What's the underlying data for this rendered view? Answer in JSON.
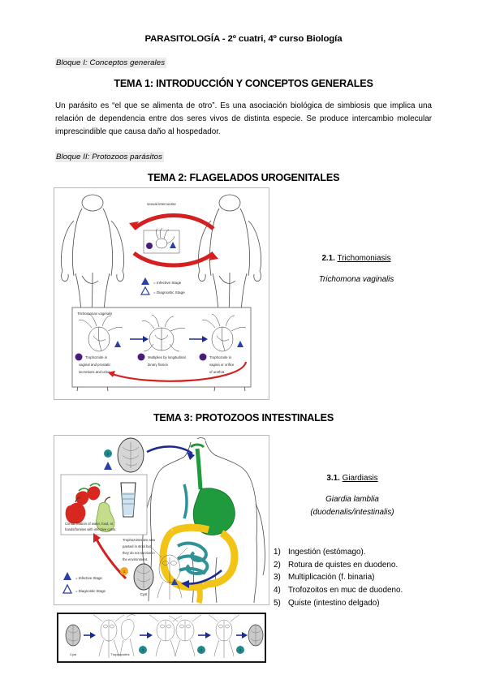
{
  "document": {
    "title": "PARASITOLOGÍA - 2º cuatri, 4º curso Biología",
    "bloque1": "Bloque I: Conceptos generales",
    "tema1": "TEMA 1: INTRODUCCIÓN Y CONCEPTOS GENERALES",
    "intro_paragraph": "Un parásito es “el que se alimenta de otro”. Es una asociación biológica de simbiosis que implica una relación de dependencia entre dos seres vivos de distinta especie. Se produce intercambio molecular imprescindible que causa daño al hospedador.",
    "bloque2": "Bloque II: Protozoos parásitos",
    "tema2": "TEMA 2: FLAGELADOS UROGENITALES",
    "tema3": "TEMA 3: PROTOZOOS INTESTINALES"
  },
  "section_2_1": {
    "number": "2.1.",
    "name": "Trichomoniasis",
    "species": "Trichomona vaginalis"
  },
  "section_3_1": {
    "number": "3.1.",
    "name": "Giardiasis",
    "species": "Giardia lamblia",
    "species_alt": "(duodenalis/intestinalis)",
    "steps": [
      {
        "n": "1)",
        "text": "Ingestión (estómago)."
      },
      {
        "n": "2)",
        "text": "Rotura de quistes en duodeno."
      },
      {
        "n": "3)",
        "text": "Multiplicación (f. binaria)"
      },
      {
        "n": "4)",
        "text": "Trofozoitos en muc de duodeno."
      },
      {
        "n": "5)",
        "text": "Quiste (intestino delgado)"
      }
    ]
  },
  "figure_trichomonas": {
    "transmission_label": "sexual intercourse",
    "legend": [
      {
        "symbol": "filled-triangle",
        "text": "= Infective Stage"
      },
      {
        "symbol": "outline-triangle",
        "text": "= Diagnostic Stage"
      }
    ],
    "inset_title": "Trichomonas vaginalis",
    "steps": [
      {
        "n": "1",
        "text": "Trophozoite in vaginal and prostatic secretions and urine"
      },
      {
        "n": "2",
        "text": "Multiplies by longitudinal binary fission"
      },
      {
        "n": "3",
        "text": "Trophozoite in vagina or orifice of urethra"
      }
    ]
  },
  "figure_giardia": {
    "contamination_caption": "Contamination of water, food, or hands/fomites with infective cysts.",
    "trophozoite_note": "Trophozoites are also passed in stool but they do not survive in the environment.",
    "cyst_label": "Cyst",
    "stage_numbers": [
      "1",
      "2"
    ],
    "legend": [
      {
        "symbol": "filled-triangle",
        "text": "= Infective Stage"
      },
      {
        "symbol": "outline-triangle",
        "text": "= Diagnostic Stage"
      }
    ]
  },
  "figure_giardia_strip": {
    "cyst_label": "Cyst",
    "trophozoite_label": "Trophozoites",
    "stage_numbers": [
      "3",
      "4",
      "5"
    ]
  },
  "colors": {
    "arrow_red": "#d42020",
    "arrow_blue": "#1c2b8f",
    "triangle_blue": "#2a3fa8",
    "stomach_green": "#1f9a3c",
    "colon_yellow": "#f2c416",
    "small_intestine_teal": "#2f9295",
    "circle_purple": "#4b1d7a",
    "circle_teal": "#1d8a8c",
    "circle_orange": "#f0a81e",
    "highlight_grey": "#ebebeb"
  }
}
